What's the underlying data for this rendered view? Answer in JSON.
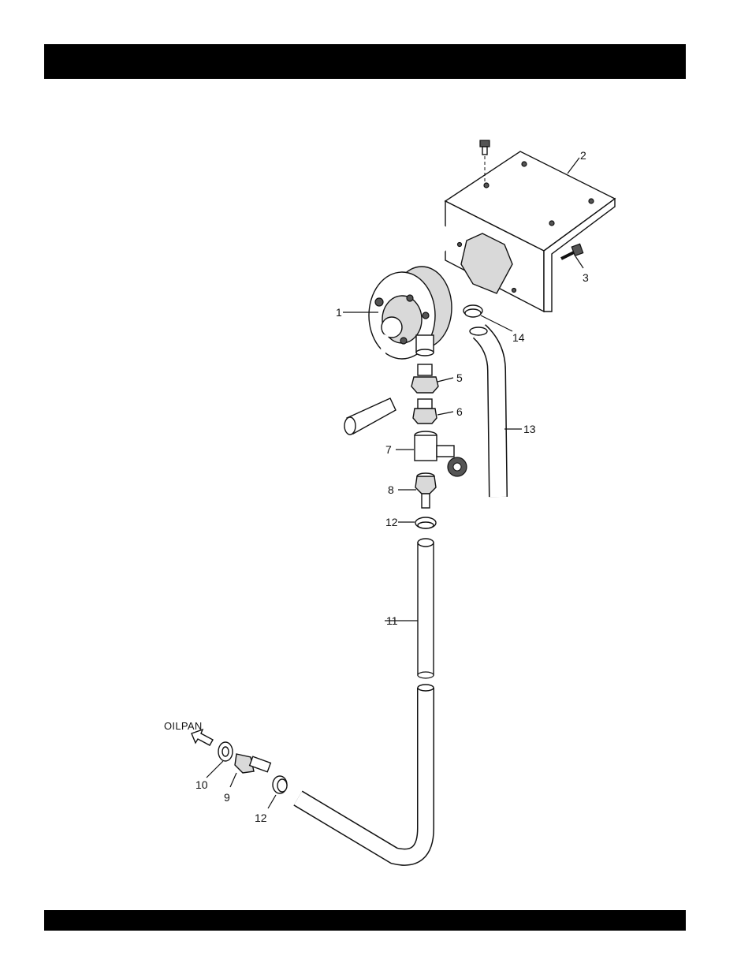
{
  "header": {
    "text": ""
  },
  "footer": {
    "text": ""
  },
  "arrow_label": "OILPAN",
  "callouts": [
    {
      "id": "1",
      "text": "1"
    },
    {
      "id": "2",
      "text": "2"
    },
    {
      "id": "3",
      "text": "3"
    },
    {
      "id": "5",
      "text": "5"
    },
    {
      "id": "6",
      "text": "6"
    },
    {
      "id": "7",
      "text": "7"
    },
    {
      "id": "8",
      "text": "8"
    },
    {
      "id": "9",
      "text": "9"
    },
    {
      "id": "10",
      "text": "10"
    },
    {
      "id": "11",
      "text": "11"
    },
    {
      "id": "12a",
      "text": "12"
    },
    {
      "id": "12b",
      "text": "12"
    },
    {
      "id": "13",
      "text": "13"
    },
    {
      "id": "14",
      "text": "14"
    }
  ]
}
